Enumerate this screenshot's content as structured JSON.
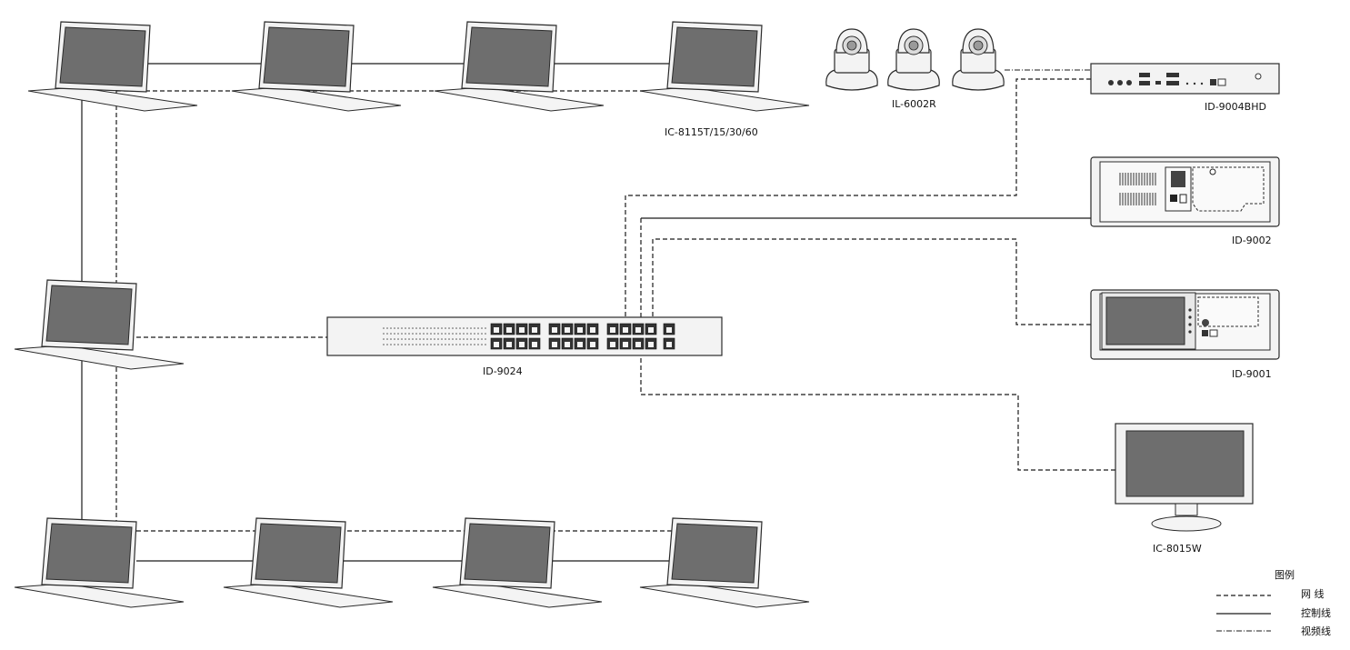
{
  "labels": {
    "terminal": "IC-8115T/15/30/60",
    "camera": "IL-6002R",
    "decoder": "ID-9004BHD",
    "server_a": "ID-9002",
    "server_b": "ID-9001",
    "switch": "ID-9024",
    "monitor": "IC-8015W"
  },
  "legend": {
    "title": "图例",
    "network": "网  线",
    "control": "控制线",
    "video": "视频线"
  }
}
